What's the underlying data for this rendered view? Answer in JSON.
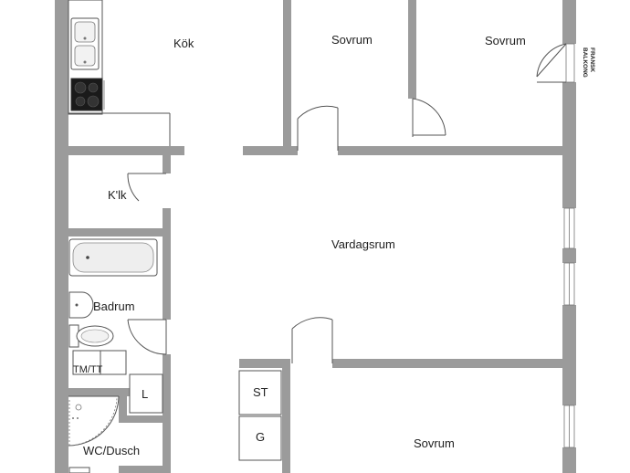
{
  "rooms": {
    "kok": "Kök",
    "sovrum_1": "Sovrum",
    "sovrum_2": "Sovrum",
    "klk": "K'lk",
    "vardagsrum": "Vardagsrum",
    "badrum": "Badrum",
    "tm_tt": "TM/TT",
    "l": "L",
    "wc_dusch": "WC/Dusch",
    "st": "ST",
    "g": "G",
    "sovrum_3": "Sovrum"
  },
  "labels": {
    "fransk_line1": "FRANSK",
    "fransk_line2": "BALKONG"
  },
  "colors": {
    "wall": "#9b9b9b",
    "background": "#ffffff"
  }
}
